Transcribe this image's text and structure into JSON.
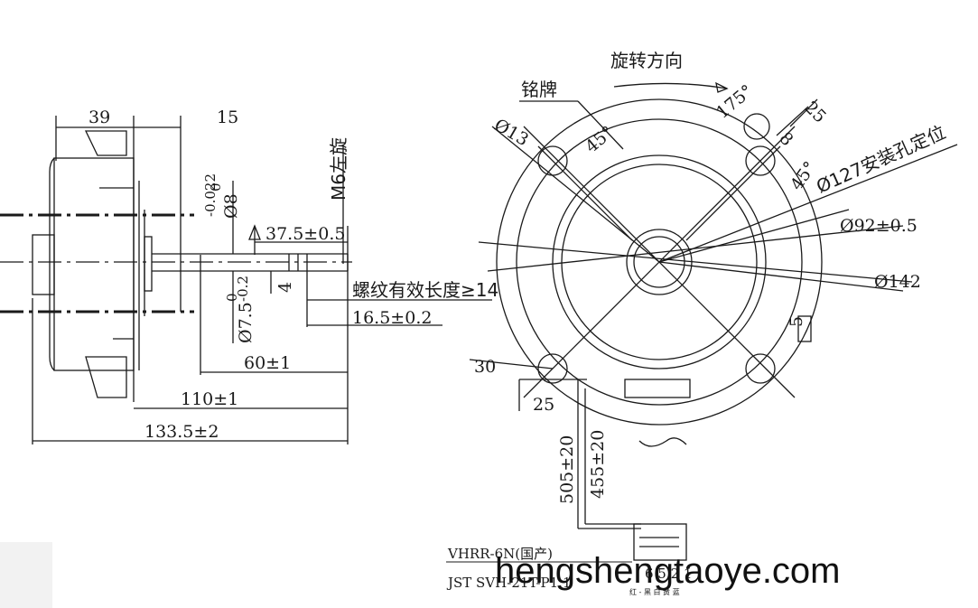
{
  "side_view": {
    "dim_39": "39",
    "dim_15": "15",
    "shaft_dia_8": "Ø8",
    "shaft_dia_8_upper": "0",
    "shaft_dia_8_lower": "-0.022",
    "thread": "M6左旋",
    "dim_37_5": "37.5±0.5",
    "shaft_dia_7_5": "Ø7.5",
    "shaft_dia_7_5_upper": "0",
    "shaft_dia_7_5_lower": "-0.2",
    "dim_4": "4",
    "thread_length": "螺纹有效长度≥14",
    "dim_16_5": "16.5±0.2",
    "dim_60": "60±1",
    "dim_110": "110±1",
    "dim_133_5": "133.5±2"
  },
  "front_view": {
    "rotation_direction": "旋转方向",
    "nameplate": "铭牌",
    "hole_dia_13": "Ø13",
    "angle_45_top": "45°",
    "angle_175": "175°",
    "dim_25_top": "25",
    "dim_8": "8",
    "angle_45_right": "45°",
    "mount_circle": "Ø127安装孔定位",
    "dia_92": "Ø92±0.5",
    "dia_142": "Ø142",
    "dim_30": "30",
    "dim_25_bottom": "25",
    "dim_5": "5",
    "cable_505": "505±20",
    "cable_455": "455±20"
  },
  "connector": {
    "housing_1": "VHRR-6N(国产)",
    "housing_2": "JST SVH-21T-P1.1",
    "pin_numbers": "6 5 2 1",
    "wire_colors": "红 - 黑 白 黄 蓝"
  },
  "watermark": "hengshengtaoye.com"
}
